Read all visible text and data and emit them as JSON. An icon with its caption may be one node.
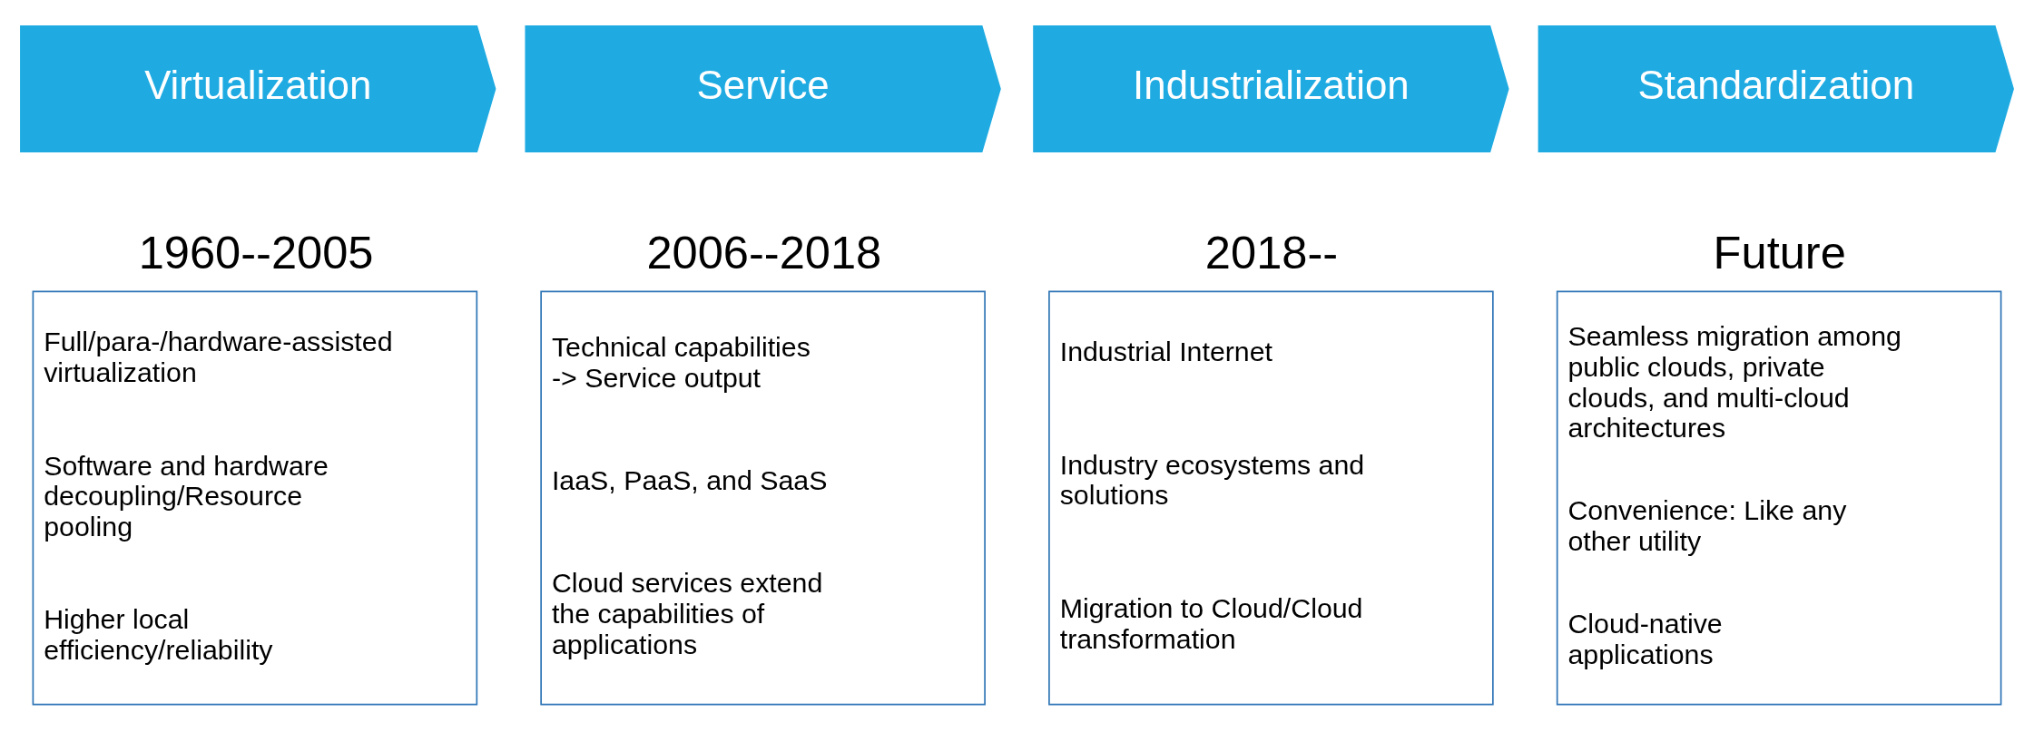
{
  "diagram": {
    "nodes": [
      {
        "text": [
          "Virtualization"
        ]
      },
      {
        "text": [
          "Service"
        ]
      },
      {
        "text": [
          "Industrialization"
        ]
      },
      {
        "text": [
          "Standardization"
        ]
      },
      {
        "text": [
          "1960--2005",
          "Full/para-/hardware-assisted virtualization",
          "Software and hardware decoupling/Resource pooling",
          "Higher local efficiency/reliability"
        ]
      },
      {
        "text": [
          "2006--2018",
          "Technical capabilities -> Service output",
          "IaaS, PaaS, and SaaS",
          "Cloud services extend the capabilities of applications"
        ]
      },
      {
        "text": [
          "2018--",
          "Industrial Internet",
          "Industry ecosystems and solutions",
          "Migration to Cloud/Cloud transformation"
        ]
      },
      {
        "text": [
          "Future",
          "Seamless migration among public clouds, private clouds, and multi-cloud architectures",
          "Convenience: Like any other utility",
          "Cloud-native applications"
        ]
      }
    ],
    "edges": []
  }
}
